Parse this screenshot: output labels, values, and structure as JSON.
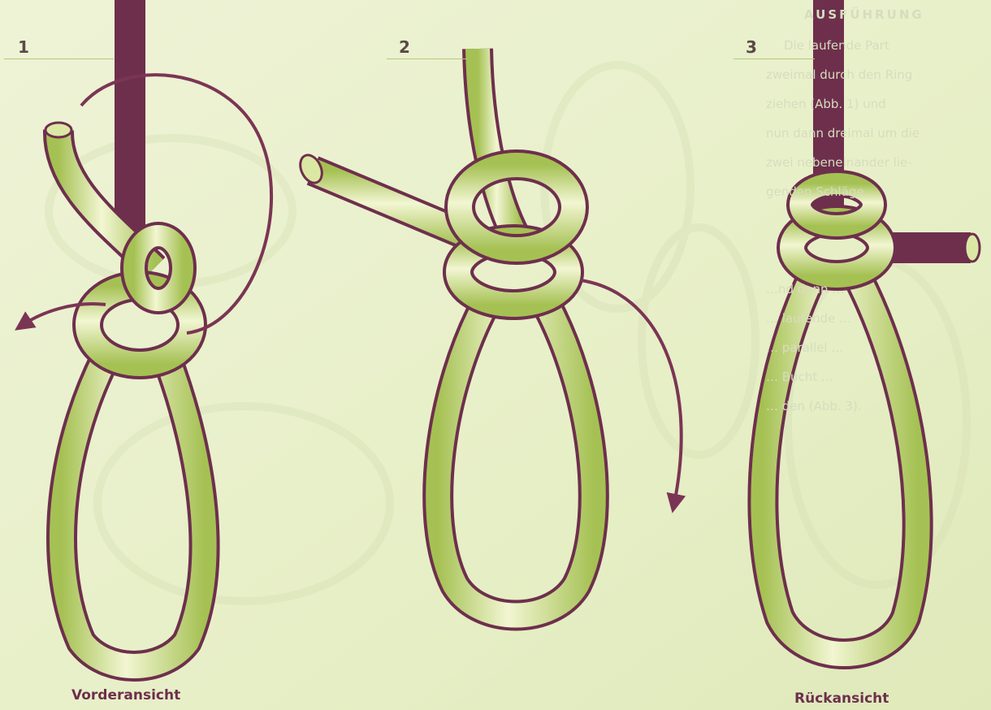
{
  "steps": [
    {
      "number": "1"
    },
    {
      "number": "2"
    },
    {
      "number": "3"
    }
  ],
  "captions": {
    "front": "Vorderansicht",
    "back": "Rückansicht"
  },
  "background_text": {
    "heading": "AUSFÜHRUNG",
    "lines": [
      "Die laufende Part",
      "zweimal durch den Ring",
      "ziehen (Abb. 1) und",
      "nun dann dreimal um die",
      "zwei nebeneinander lie-",
      "genden Schläge",
      "…nd dann …",
      "… laufende …",
      "… parallel …",
      "… Bucht …",
      "… den (Abb. 3)."
    ]
  },
  "colors": {
    "background": "#eef3d6",
    "rope_light": "#f2f6d2",
    "rope_mid": "#c6d978",
    "rope_dark": "#a5c153",
    "outline": "#6e2f4d",
    "arrow": "#7b3554"
  }
}
